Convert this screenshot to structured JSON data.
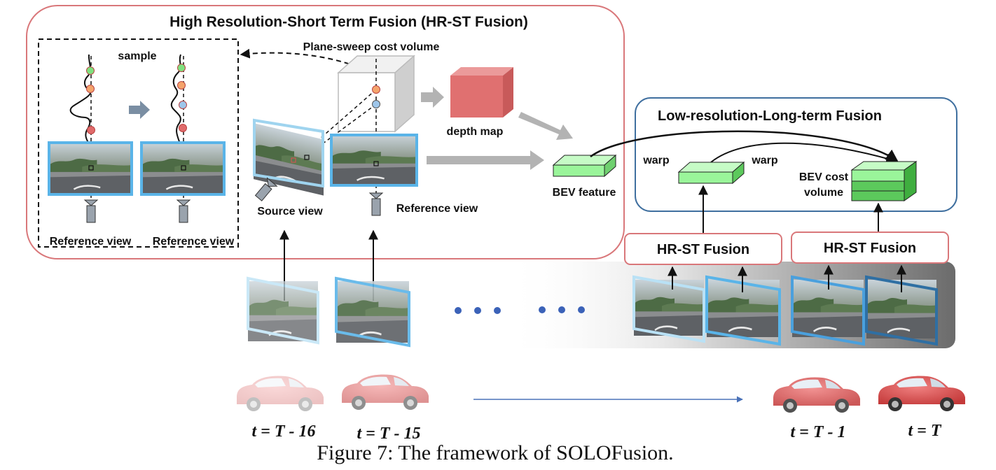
{
  "title": "High Resolution-Short Term Fusion (HR-ST Fusion)",
  "labels": {
    "sample": "sample",
    "plane_sweep": "Plane-sweep cost volume",
    "depth_map": "depth map",
    "source_view": "Source view",
    "reference_view": "Reference view",
    "bev_feature": "BEV feature",
    "lr_lt_title": "Low-resolution-Long-term Fusion",
    "warp": "warp",
    "bev_cost": "BEV cost",
    "volume": "volume",
    "hrst": "HR-ST Fusion",
    "ellipsis": "• • •"
  },
  "time_labels": {
    "t1": "t = T - 16",
    "t2": "t = T - 15",
    "t3": "t = T - 1",
    "t4": "t = T"
  },
  "caption": "Figure 7: The framework of SOLOFusion.",
  "colors": {
    "hrst_border": "#d9777a",
    "lrlt_border": "#3f6f9f",
    "frame_blue": "#5ab4e8",
    "depth_map": "#e07070",
    "bev_green": "#9af59a",
    "bev_cost_dark": "#5cc95c",
    "ellipsis_dot": "#3b62b8",
    "car_red": "#d94a4a"
  },
  "icons": [
    "camera-icon",
    "car-icon",
    "arrow-icon"
  ]
}
